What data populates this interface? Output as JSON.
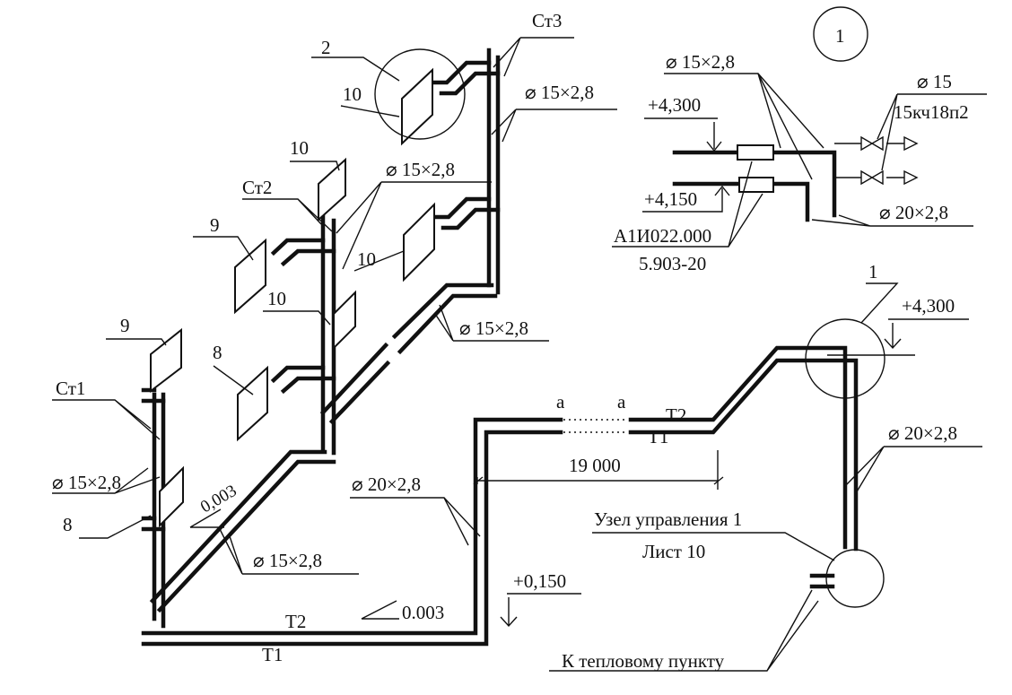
{
  "diagram": {
    "colors": {
      "line": "#111111",
      "background": "#ffffff"
    },
    "labels": {
      "st1": "Ст1",
      "st2": "Ст2",
      "st3": "Ст3",
      "callout_2": "2",
      "callout_1": "1",
      "detail_1": "1",
      "rad_10_a": "10",
      "rad_10_b": "10",
      "rad_10_c": "10",
      "rad_10_d": "10",
      "rad_9_a": "9",
      "rad_9_b": "9",
      "rad_8_a": "8",
      "rad_8_b": "8",
      "dia_15_st3_top": "⌀ 15×2,8",
      "dia_15_st2": "⌀ 15×2,8",
      "dia_15_main": "⌀ 15×2,8",
      "dia_15_st1": "⌀ 15×2,8",
      "dia_15_lower": "⌀ 15×2,8",
      "dia_20_left": "⌀ 20×2,8",
      "dia_20_right": "⌀ 20×2,8",
      "t1_bottom": "Т1",
      "t2_bottom": "Т2",
      "t1_top": "Т1",
      "t2_top": "Т2",
      "break_a1": "a",
      "break_a2": "a",
      "dim_19000": "19 000",
      "slope_1": "0,003",
      "slope_2": "0.003",
      "elev_0150": "+0,150",
      "elev_4300": "+4,300",
      "node_title": "Узел управления 1",
      "node_sheet": "Лист 10",
      "to_heat_point": "К тепловому пункту"
    },
    "detail": {
      "dia_15_top": "⌀ 15×2,8",
      "dia_15_valve": "⌀ 15",
      "valve_code": "15кч18п2",
      "elev_4300": "+4,300",
      "elev_4150": "+4,150",
      "dia_20": "⌀ 20×2,8",
      "code_1": "А1И022.000",
      "code_2": "5.903-20"
    }
  }
}
